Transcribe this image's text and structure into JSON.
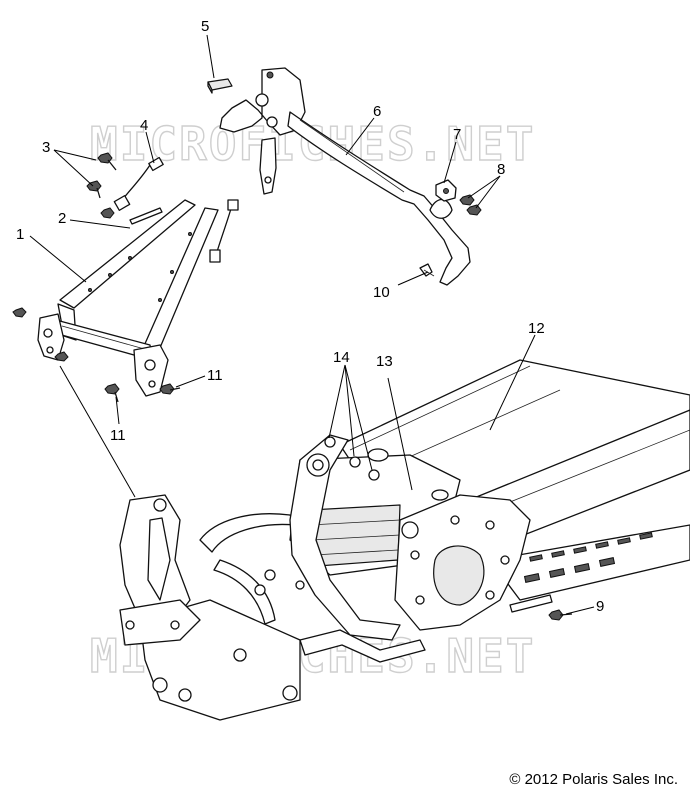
{
  "watermark": {
    "text": "MICROFICHES.NET"
  },
  "callouts": [
    {
      "id": "c1",
      "number": "1"
    },
    {
      "id": "c2",
      "number": "2"
    },
    {
      "id": "c3",
      "number": "3"
    },
    {
      "id": "c4",
      "number": "4"
    },
    {
      "id": "c5",
      "number": "5"
    },
    {
      "id": "c6",
      "number": "6"
    },
    {
      "id": "c7",
      "number": "7"
    },
    {
      "id": "c8",
      "number": "8"
    },
    {
      "id": "c9",
      "number": "9"
    },
    {
      "id": "c10",
      "number": "10"
    },
    {
      "id": "c11a",
      "number": "11"
    },
    {
      "id": "c11b",
      "number": "11"
    },
    {
      "id": "c12",
      "number": "12"
    },
    {
      "id": "c13",
      "number": "13"
    },
    {
      "id": "c14",
      "number": "14"
    }
  ],
  "footer": {
    "copyright": "© 2012 Polaris Sales Inc."
  }
}
